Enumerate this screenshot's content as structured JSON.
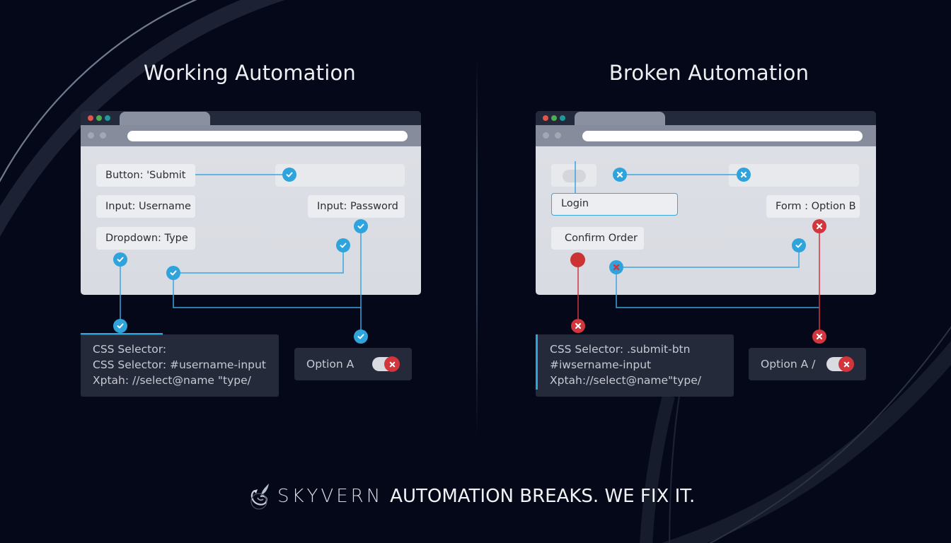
{
  "colors": {
    "background": "#050818",
    "success": "#2ea3dc",
    "error": "#d2353c",
    "panel": "#242a3a",
    "browser_content": "#dcdfe5"
  },
  "working": {
    "title": "Working Automation",
    "elements": {
      "button_submit": "Button: 'Submit",
      "input_username": "Input: Username",
      "input_password": "Input: Password",
      "dropdown_type": "Dropdown: Type"
    },
    "selectors": {
      "line1": "CSS Selector:",
      "line2": "CSS Selector: #username-input",
      "line3": "Xptah:   //select@name \"type/"
    },
    "option": {
      "label": "Option A",
      "toggle_state": "error"
    },
    "status_icons": [
      "check-icon",
      "check-icon",
      "check-icon",
      "check-icon",
      "check-icon",
      "check-icon",
      "check-icon"
    ]
  },
  "broken": {
    "title": "Broken Automation",
    "elements": {
      "login": "Login",
      "form_option_b": "Form : Option B",
      "confirm_order": "Confirm Order"
    },
    "selectors": {
      "line1": "CSS Selector: .submit-btn",
      "line2": "#iwsername-input",
      "line3": "Xptah://select@name\"type/"
    },
    "option": {
      "label": "Option A /",
      "toggle_state": "error"
    },
    "status_icons": [
      "x-icon",
      "x-icon",
      "x-icon",
      "check-icon",
      "x-icon",
      "x-icon",
      "x-icon",
      "error-dot"
    ]
  },
  "footer": {
    "brand": "SKYVERN",
    "tagline": "AUTOMATION BREAKS. WE FIX IT.",
    "logo_icon": "dragon-logo-icon"
  }
}
